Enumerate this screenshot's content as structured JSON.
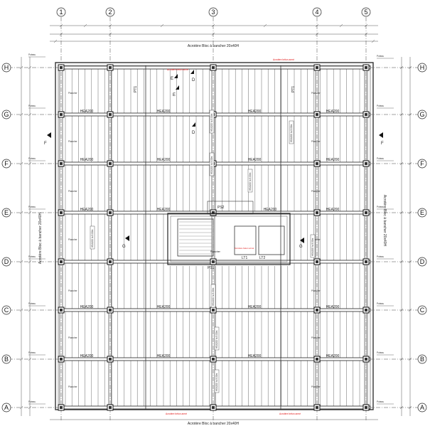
{
  "grid": {
    "columns": [
      "1",
      "2",
      "3",
      "4",
      "5"
    ],
    "rows": [
      "H",
      "G",
      "F",
      "E",
      "D",
      "C",
      "B",
      "A"
    ]
  },
  "labels": {
    "top_note": "Acrotère Bloc à bancher 20x40H",
    "bottom_note": "Acrotère Bloc à bancher 20x40H",
    "left_note": "Acrotère Bloc à bancher 20x40H",
    "right_note": "Acrotère Bloc à bancher 20x40H",
    "beam": "HEA200",
    "section_e": "E",
    "section_f": "F",
    "section_d": "D",
    "section_g": "G",
    "pst1": "PS1",
    "pst2": "PS2",
    "lt1": "LT1",
    "lt2": "LT2",
    "pt1": "PT1",
    "plancher": "Plancher",
    "poteau": "Poteau",
    "red_note": "Acrotère béton armé",
    "col_tag": "HEA200 h=3.00m"
  },
  "colors": {
    "line": "#333333",
    "red": "#e01515",
    "background": "#ffffff"
  }
}
